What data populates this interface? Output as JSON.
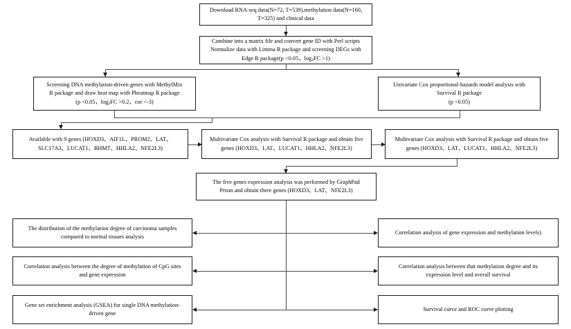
{
  "diagram": {
    "title": "DNA methylation-driven gene analysis workflow",
    "type": "flowchart",
    "line_color": "#4a4a4a",
    "box_border_color": "#1a1a1a",
    "background": "#ffffff",
    "nodes": [
      {
        "id": "n1",
        "name": "download-data",
        "lines": [
          "Download RNA-seq data(N=72, T=539),methylation data(N=160,",
          "T=325) and clinical data"
        ]
      },
      {
        "id": "n2",
        "name": "combine-normalize",
        "lines": [
          "Combine into a matrix file and convert gene ID with Perl scripts",
          "Normalize data with Limma R package and screening DEGs with",
          "Edge R package(p <0.05，log2FC >1)"
        ]
      },
      {
        "id": "n3",
        "name": "screening-methylmix",
        "lines": [
          "Screening DNA methylation-driven genes with MethylMix",
          "R package and draw heat map with Pheatmap R package",
          "(p <0.05，log2FC >0.2，cor <-3)"
        ]
      },
      {
        "id": "n4",
        "name": "univariate-cox",
        "lines": [
          "Univariate Cox proportional-hazards model analysis with",
          "Survival R package",
          "(p <0.05)"
        ]
      },
      {
        "id": "n5",
        "name": "available-nine-genes",
        "lines": [
          "Available with 9 genes (HOXD3、AIF1L、PROM2、LAT、",
          "SLC17A3、LUCAT1、BHMT、HHLA2、NFE2L3)"
        ]
      },
      {
        "id": "n6",
        "name": "multivariate-cox-center",
        "lines": [
          "Multivariate Cox analysis with Survival R package and obtain five",
          "genes (HOXD3、LAT、LUCAT1、HHLA2、NFE2L3)"
        ]
      },
      {
        "id": "n7",
        "name": "multivariate-cox-right",
        "lines": [
          "Multivariate Cox analysis with Survival R package and obtain five",
          "genes (HOXD3、LAT、LUCAT1、HHLA2、NFE2L3)"
        ]
      },
      {
        "id": "n8",
        "name": "graphpad-prism-three-genes",
        "lines": [
          "The five genes expression analysis was performed by GraphPad",
          "Prism and obtain three genes (HOXD3、LAT、NFE2L3)"
        ]
      },
      {
        "id": "n9",
        "name": "methylation-distribution-carcinoma",
        "lines": [
          "The distribution of the methylation degree of carcinoma samples",
          "compared to normal tissues analysis"
        ]
      },
      {
        "id": "n10",
        "name": "correlation-expression-methylation",
        "lines": [
          "Correlation analysis of gene expression and methylation levels)"
        ]
      },
      {
        "id": "n11",
        "name": "correlation-cpg-expression",
        "lines": [
          "Correlation analysis between the degree of methylation of CpG sites",
          "and gene expression"
        ]
      },
      {
        "id": "n12",
        "name": "correlation-methylation-survival",
        "lines": [
          "Correlation analysis between that methylation degree and its",
          "expression level and overall survival"
        ]
      },
      {
        "id": "n13",
        "name": "gsea-analysis",
        "lines": [
          "Gene set enrichment analysis (GSEA) for single DNA methylation-",
          "driven gene"
        ]
      },
      {
        "id": "n14",
        "name": "survival-roc-plotting",
        "lines": [
          "Survival curve and ROC curve plotting"
        ]
      }
    ],
    "edges": [
      {
        "from": "n1",
        "to": "n2",
        "style": "down-arrow"
      },
      {
        "from": "n2",
        "to": "n3",
        "style": "split-down-arrow"
      },
      {
        "from": "n2",
        "to": "n4",
        "style": "split-down-arrow"
      },
      {
        "from": "n3",
        "to": "n5",
        "style": "elbow-down-arrow"
      },
      {
        "from": "n4",
        "to": "n5",
        "style": "elbow-down-arrow"
      },
      {
        "from": "n5",
        "to": "n6",
        "style": "right-arrow"
      },
      {
        "from": "n6",
        "to": "n7",
        "style": "right-arrow"
      },
      {
        "from": "n7",
        "to": "n8",
        "style": "elbow-down-arrow"
      },
      {
        "from": "n8",
        "to": "n9",
        "style": "spine-left-arrow"
      },
      {
        "from": "n8",
        "to": "n10",
        "style": "spine-right-arrow"
      },
      {
        "from": "n8",
        "to": "n11",
        "style": "spine-left-arrow"
      },
      {
        "from": "n8",
        "to": "n12",
        "style": "spine-right-arrow"
      },
      {
        "from": "n8",
        "to": "n13",
        "style": "spine-left-arrow"
      },
      {
        "from": "n8",
        "to": "n14",
        "style": "spine-right-arrow"
      }
    ]
  }
}
